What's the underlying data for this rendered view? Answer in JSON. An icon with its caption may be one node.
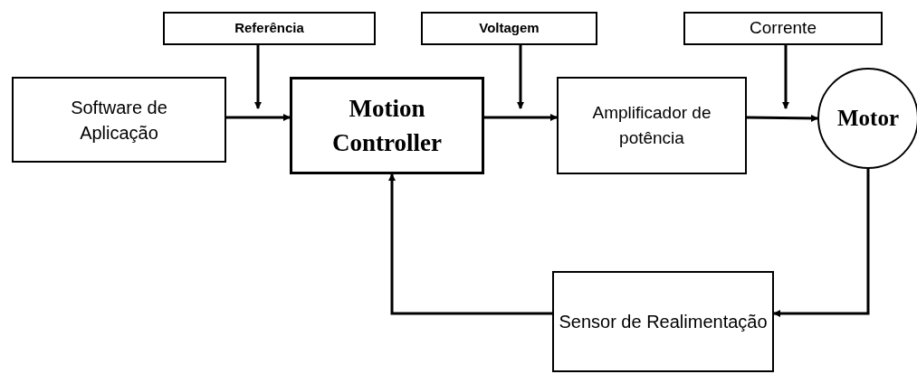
{
  "diagram": {
    "nodes": [
      {
        "text": [
          "Referência"
        ]
      },
      {
        "text": [
          "Voltagem"
        ]
      },
      {
        "text": [
          "Corrente"
        ]
      },
      {
        "text": [
          "Software de Aplicação"
        ]
      },
      {
        "text": [
          "Motion Controller"
        ]
      },
      {
        "text": [
          "Amplificador de potência"
        ]
      },
      {
        "text": [
          "Motor"
        ]
      },
      {
        "text": [
          "Sensor de Realimentação"
        ]
      }
    ],
    "edges": [
      {
        "from": 0,
        "to": null,
        "arrow": "to"
      },
      {
        "from": 1,
        "to": null,
        "arrow": "to"
      },
      {
        "from": 2,
        "to": null,
        "arrow": "to"
      },
      {
        "from": 3,
        "to": 4,
        "arrow": "to"
      },
      {
        "from": 4,
        "to": 5,
        "arrow": "to"
      },
      {
        "from": 5,
        "to": 6,
        "arrow": "to"
      },
      {
        "from": 6,
        "to": 7,
        "arrow": "to"
      },
      {
        "from": 7,
        "to": 4,
        "arrow": "to"
      }
    ]
  }
}
